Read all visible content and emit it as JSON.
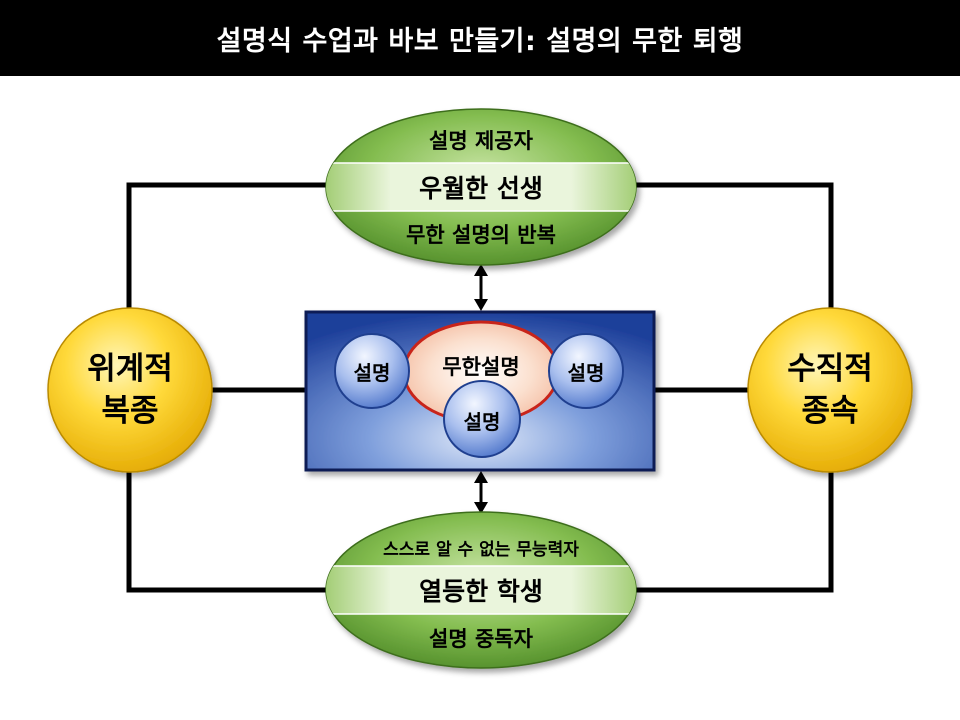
{
  "title": "설명식 수업과 바보 만들기: 설명의 무한 퇴행",
  "colors": {
    "title_bg": "#000000",
    "title_text": "#ffffff",
    "connector": "#000000",
    "ellipse_green": "#5a9a2f",
    "band_light_green": "#e4f2d0",
    "circle_yellow": "#f5c500",
    "box_blue": "#2a4faa",
    "center_red": "#e5331f",
    "small_circle_blue": "#6a8fd8"
  },
  "top_node": {
    "upper": "설명 제공자",
    "middle": "우월한 선생",
    "lower": "무한 설명의 반복"
  },
  "bottom_node": {
    "upper": "스스로 알 수 없는 무능력자",
    "middle": "열등한 학생",
    "lower": "설명 중독자"
  },
  "left_node": {
    "line1": "위계적",
    "line2": "복종"
  },
  "right_node": {
    "line1": "수직적",
    "line2": "종속"
  },
  "center": {
    "core": "무한설명",
    "left_bubble": "설명",
    "right_bubble": "설명",
    "bottom_bubble": "설명"
  }
}
